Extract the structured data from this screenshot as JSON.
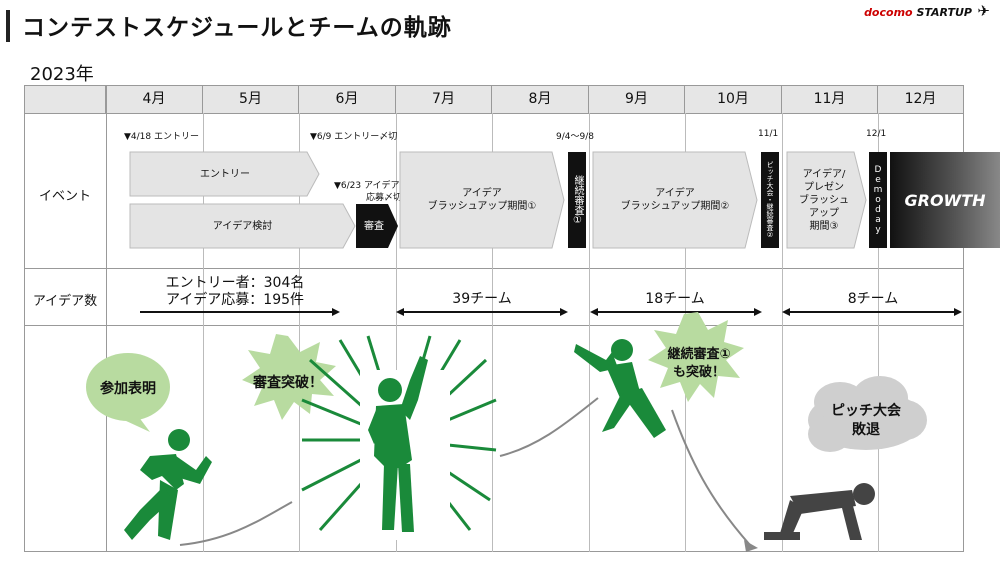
{
  "header": {
    "title": "コンテストスケジュールとチームの軌跡",
    "logo": "docomo STARTUP",
    "year": "2023年"
  },
  "months": [
    "4月",
    "5月",
    "6月",
    "7月",
    "8月",
    "9月",
    "10月",
    "11月",
    "12月"
  ],
  "row_labels": {
    "event": "イベント",
    "ideas": "アイデア数"
  },
  "milestones": {
    "m1": "▼4/18 エントリー",
    "m2": "▼6/9 エントリー〆切",
    "m3": "▼6/23 アイデア",
    "m3b": "応募〆切",
    "m4": "9/4～9/8",
    "m5": "11/1",
    "m6": "12/1"
  },
  "events": {
    "entry": "エントリー",
    "idea_study": "アイデア検討",
    "review": "審査",
    "brushup1": "アイデア\nブラッシュアップ期間①",
    "cont1": "継続審査①",
    "brushup2": "アイデア\nブラッシュアップ期間②",
    "pitch": "ピッチ大会・継続審査②",
    "brushup3": "アイデア/\nプレゼン\nブラッシュ\nアップ\n期間③",
    "demoday": "Demoday",
    "growth": "GROWTH"
  },
  "counts": {
    "entry_count": "エントリー者：304名",
    "idea_count": "アイデア応募：195件",
    "t39": "39チーム",
    "t18": "18チーム",
    "t8": "8チーム"
  },
  "bubbles": {
    "b1": "参加表明",
    "b2": "審査突破！",
    "b3": "継続審査①\nも突破！",
    "b4": "ピッチ大会\n敗退"
  },
  "colors": {
    "green": "#1a8a3a",
    "light_green": "#b8dba0",
    "gray_cloud": "#cfcfcf",
    "dark": "#444444"
  }
}
